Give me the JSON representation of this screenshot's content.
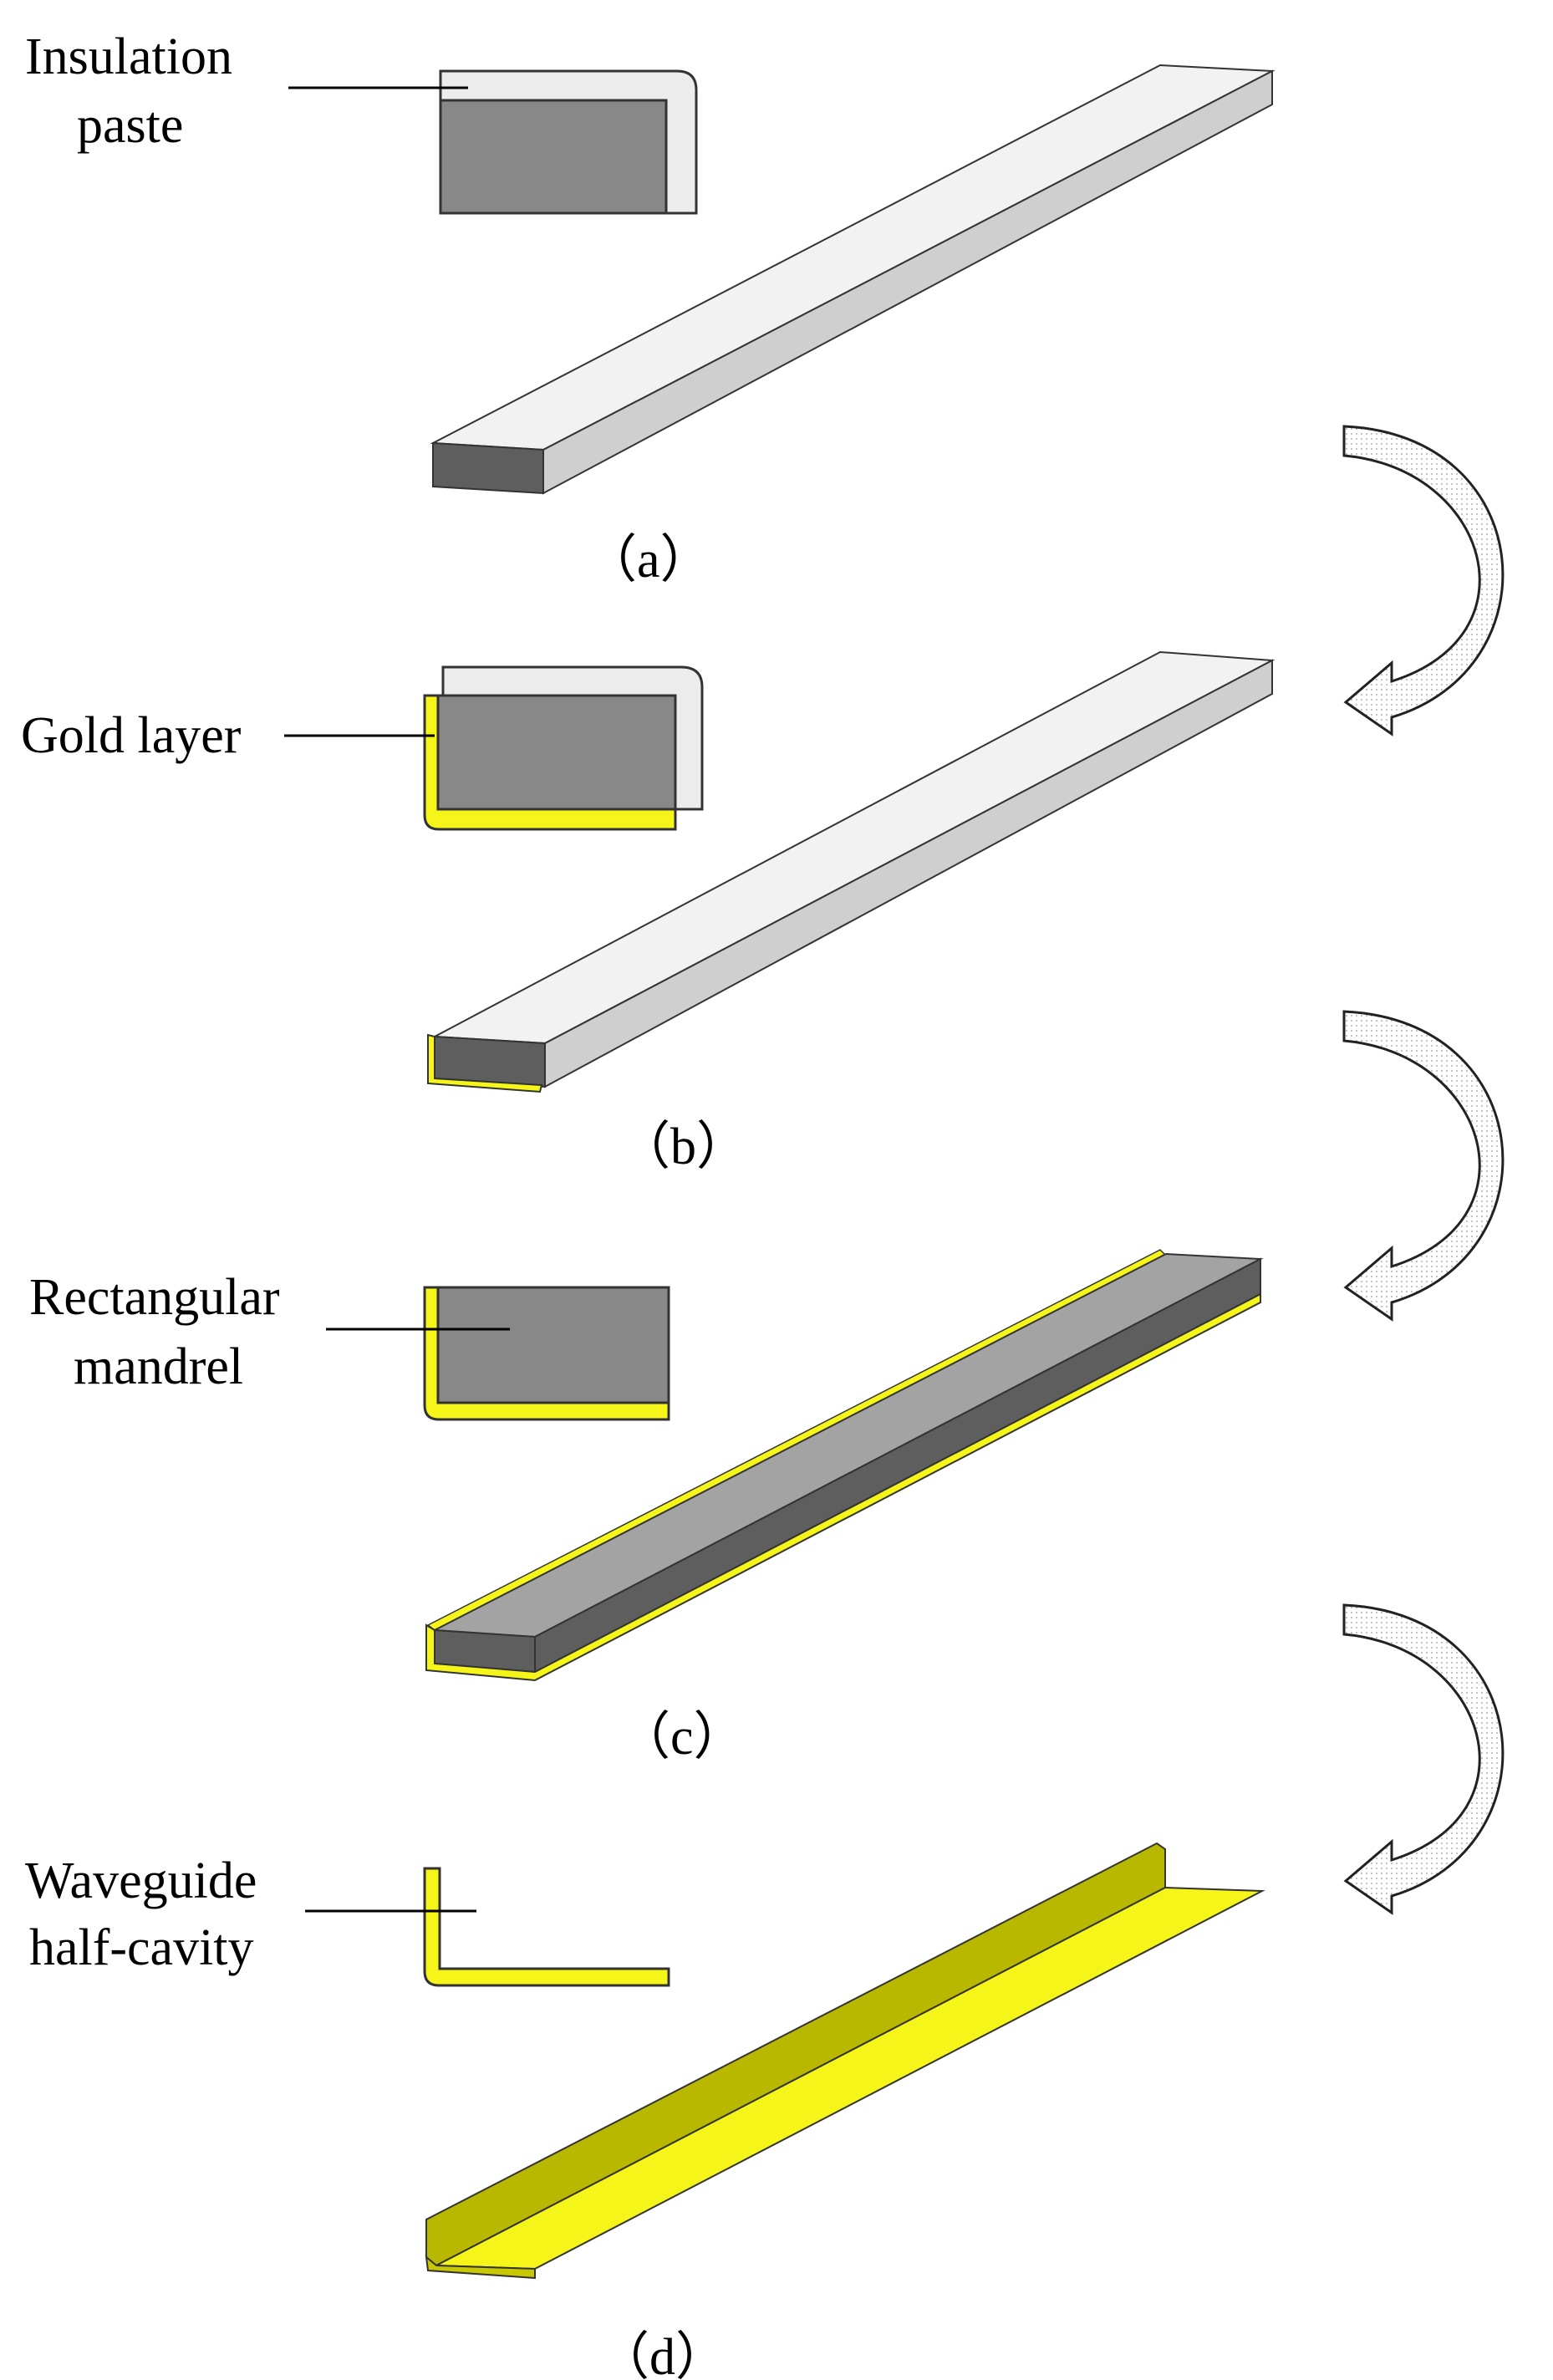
{
  "panels": [
    {
      "id": "a",
      "caption": "（a）",
      "label_lines": [
        "Insulation",
        "paste"
      ]
    },
    {
      "id": "b",
      "caption": "（b）",
      "label_lines": [
        "Gold layer"
      ]
    },
    {
      "id": "c",
      "caption": "（c）",
      "label_lines": [
        "Rectangular",
        "mandrel"
      ]
    },
    {
      "id": "d",
      "caption": "（d）",
      "label_lines": [
        "Waveguide",
        "half-cavity"
      ]
    }
  ],
  "colors": {
    "insulation_paste": "#ececec",
    "mandrel": "#888888",
    "mandrel_dark": "#5a5a5a",
    "gold_layer": "#f5f51a",
    "gold_dark": "#c8c800",
    "outline": "#333333"
  },
  "arrows": {
    "count": 3,
    "style": "curved-hollow-arrow"
  }
}
